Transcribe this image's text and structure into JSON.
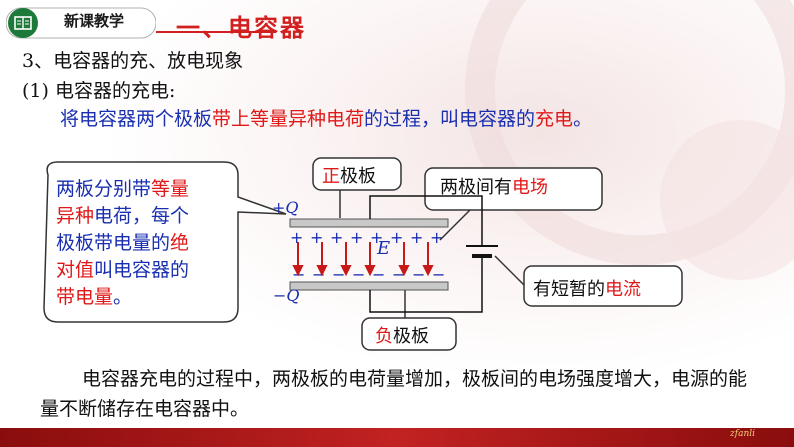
{
  "header": {
    "badge_label": "新课教学",
    "section_title": "一、电容器"
  },
  "heading3": "3、电容器的充、放电现象",
  "heading4": "(1) 电容器的充电:",
  "paragraph1": {
    "a": "将电容器两个极板",
    "b": "带上等量异种电荷",
    "c": "的过程，叫电容器的",
    "d": "充电",
    "e": "。"
  },
  "callout_left": [
    {
      "t": "两板分别带",
      "r": "等量"
    },
    {
      "t": "",
      "r": "异种",
      "t2": "电荷，每个"
    },
    {
      "t": "极板带电量的",
      "r": "绝"
    },
    {
      "t": "",
      "r": "对值",
      "t2": "叫电容器的"
    },
    {
      "t": "",
      "r": "带电量",
      "t2": "。"
    }
  ],
  "labels": {
    "pos_plate_a": "正",
    "pos_plate_b": "极板",
    "field_a": "两极间有",
    "field_b": "电场",
    "neg_plate_a": "负",
    "neg_plate_b": "极板",
    "current_a": "有短暂的",
    "current_b": "电流",
    "plus_q": "+Q",
    "minus_q": "−Q",
    "e_field": "E"
  },
  "bottom_text": "电容器充电的过程中，两极板的电荷量增加，极板间的电场强度增大，电源的能量不断储存在电容器中。",
  "footer": "zfanli",
  "colors": {
    "red": "#e01818",
    "blue": "#1a2fb0",
    "badge_green": "#1e7a3a"
  }
}
